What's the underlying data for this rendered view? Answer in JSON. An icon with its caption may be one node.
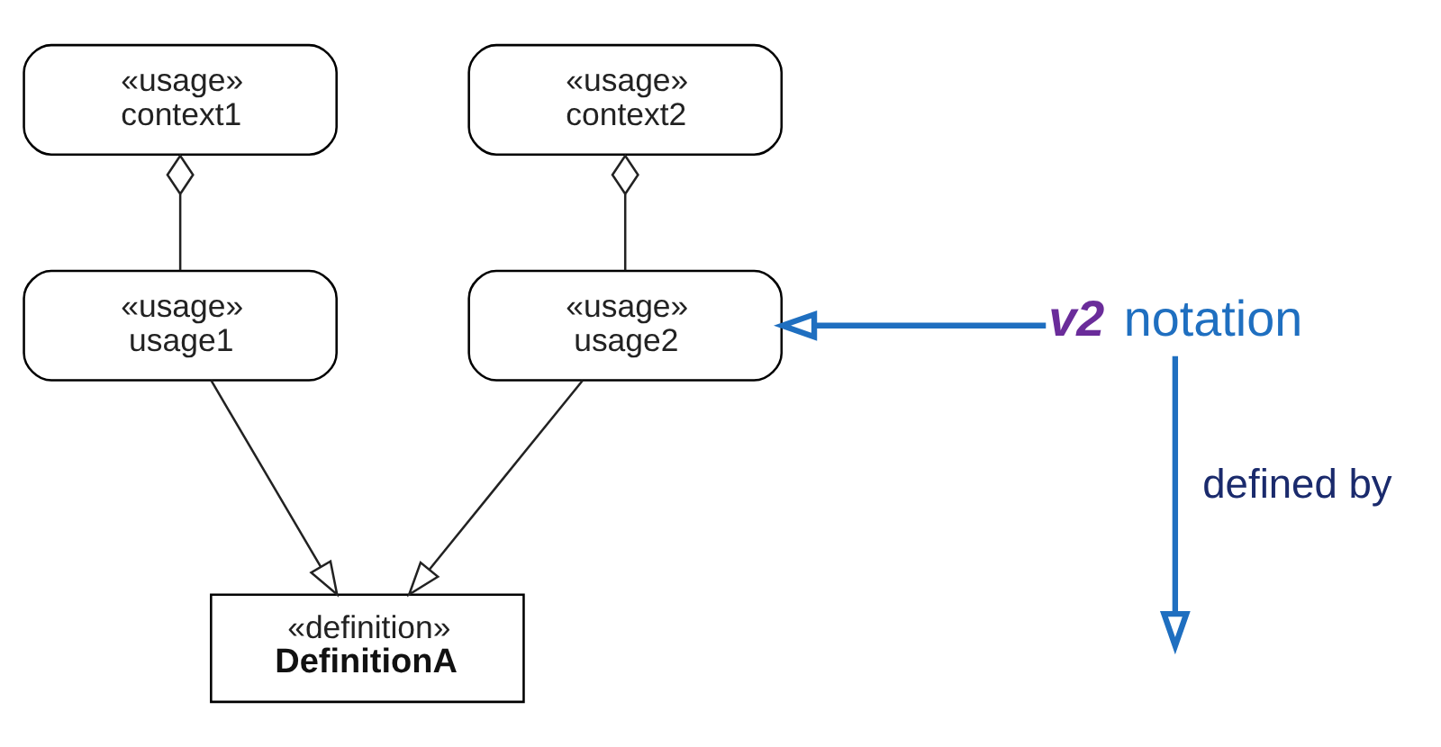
{
  "diagram": {
    "nodes": [
      {
        "text": [
          "«usage»",
          "context1"
        ]
      },
      {
        "text": [
          "«usage»",
          "context2"
        ]
      },
      {
        "text": [
          "«usage»",
          "usage1"
        ]
      },
      {
        "text": [
          "«usage»",
          "usage2"
        ]
      },
      {
        "text": [
          "«definition»",
          "DefinitionA"
        ]
      },
      {
        "text": [
          "v2",
          "notation"
        ]
      }
    ],
    "edges": [
      {
        "from": 0,
        "to": 2,
        "arrow": "other"
      },
      {
        "from": 1,
        "to": 3,
        "arrow": "other"
      },
      {
        "from": 2,
        "to": 4,
        "arrow": "to"
      },
      {
        "from": 3,
        "to": 4,
        "arrow": "to"
      },
      {
        "from": 5,
        "to": 3,
        "arrow": "to",
        "color": "#1f6fc0",
        "style": "thick"
      },
      {
        "from": 5,
        "to": null,
        "arrow": "to",
        "label": "defined by",
        "color": "#1f6fc0",
        "style": "thick"
      }
    ]
  }
}
